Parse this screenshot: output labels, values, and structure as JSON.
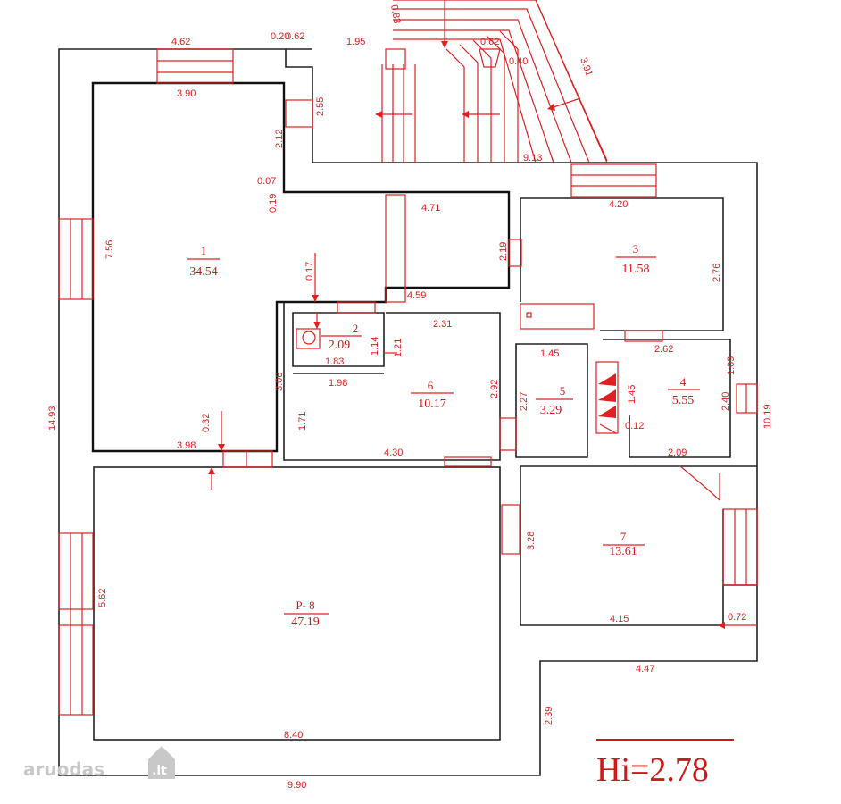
{
  "rooms": [
    {
      "num": "1",
      "area": "34.54"
    },
    {
      "num": "2",
      "area": "2.09"
    },
    {
      "num": "3",
      "area": "11.58"
    },
    {
      "num": "4",
      "area": "5.55"
    },
    {
      "num": "5",
      "area": "3.29"
    },
    {
      "num": "6",
      "area": "10.17"
    },
    {
      "num": "7",
      "area": "13.61"
    },
    {
      "num": "P- 8",
      "area": "47.19"
    }
  ],
  "dims": [
    "4.62",
    "0.20",
    "0.62",
    "1.95",
    "0.83",
    "0.62",
    "0.40",
    "3.91",
    "3.90",
    "2.55",
    "2.12",
    "9.13",
    "0.07",
    "0.19",
    "4.20",
    "4.71",
    "7.56",
    "2.19",
    "2.76",
    "0.17",
    "4.59",
    "1.14",
    "2.31",
    "1.21",
    "1.45",
    "2.62",
    "1.83",
    "1.09",
    "1.98",
    "3.06",
    "2.92",
    "2.27",
    "1.45",
    "2.40",
    "1.71",
    "0.12",
    "0.32",
    "14.93",
    "10.19",
    "3.98",
    "4.30",
    "2.09",
    "3.28",
    "5.62",
    "4.15",
    "0.72",
    "4.47",
    "2.39",
    "8.40",
    "9.90"
  ],
  "height_label": "Hi=2.78",
  "watermark": {
    "text": "aruodas",
    "suffix": ".lt"
  },
  "colors": {
    "dimension": "#e02020",
    "wall": "#222222"
  }
}
